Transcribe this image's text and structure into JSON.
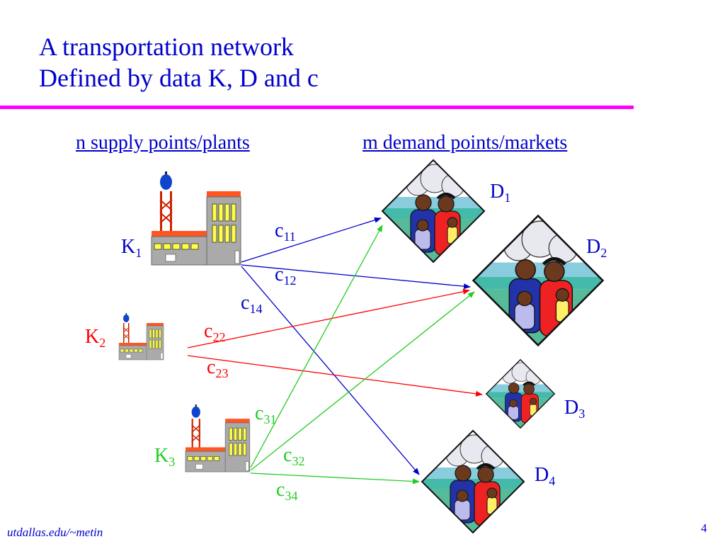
{
  "slide": {
    "title_line1": "A transportation network",
    "title_line2": "Defined by data K, D and c",
    "footer": "utdallas.edu/~metin",
    "page_number": "4"
  },
  "headings": {
    "supply": "n supply points/plants",
    "demand": "m demand points/markets"
  },
  "colors": {
    "title": "#0000cc",
    "rule": "#ff00ff",
    "K1_arcs": "#0000cc",
    "K2_arcs": "#ff0000",
    "K3_arcs": "#22cc22"
  },
  "supply_nodes": [
    {
      "id": "K1",
      "base": "K",
      "sub": "1",
      "color": "#0000cc"
    },
    {
      "id": "K2",
      "base": "K",
      "sub": "2",
      "color": "#ff0000"
    },
    {
      "id": "K3",
      "base": "K",
      "sub": "3",
      "color": "#22cc22"
    }
  ],
  "demand_nodes": [
    {
      "id": "D1",
      "base": "D",
      "sub": "1"
    },
    {
      "id": "D2",
      "base": "D",
      "sub": "2"
    },
    {
      "id": "D3",
      "base": "D",
      "sub": "3"
    },
    {
      "id": "D4",
      "base": "D",
      "sub": "4"
    }
  ],
  "arcs": [
    {
      "from": "K1",
      "to": "D1",
      "label_base": "c",
      "label_sub": "11"
    },
    {
      "from": "K1",
      "to": "D2",
      "label_base": "c",
      "label_sub": "12"
    },
    {
      "from": "K1",
      "to": "D4",
      "label_base": "c",
      "label_sub": "14"
    },
    {
      "from": "K2",
      "to": "D2",
      "label_base": "c",
      "label_sub": "22"
    },
    {
      "from": "K2",
      "to": "D3",
      "label_base": "c",
      "label_sub": "23"
    },
    {
      "from": "K3",
      "to": "D1",
      "label_base": "c",
      "label_sub": "31"
    },
    {
      "from": "K3",
      "to": "D2",
      "label_base": "c",
      "label_sub": "32"
    },
    {
      "from": "K3",
      "to": "D4",
      "label_base": "c",
      "label_sub": "34"
    }
  ]
}
